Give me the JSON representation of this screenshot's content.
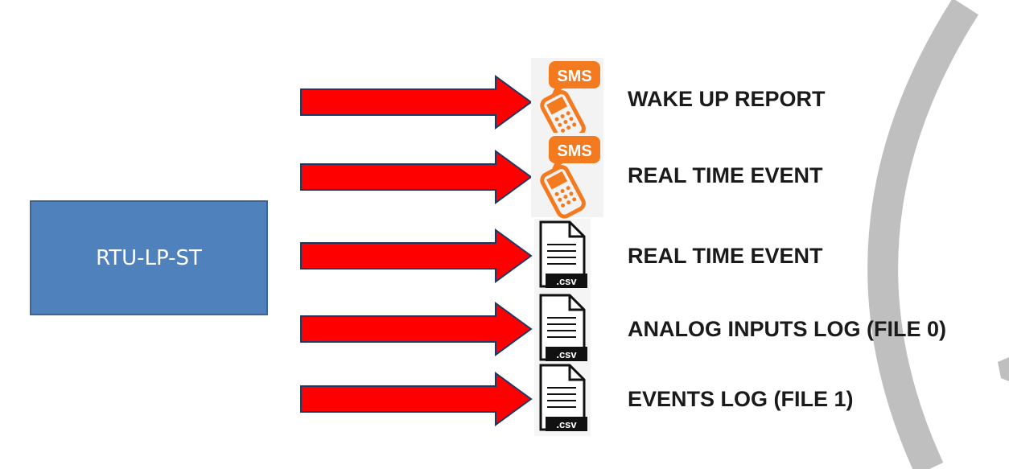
{
  "source": {
    "label": "RTU-LP-ST",
    "fill_color": "#4f81bd"
  },
  "outputs": [
    {
      "icon": "sms-phone-icon",
      "label": "WAKE UP REPORT"
    },
    {
      "icon": "sms-phone-icon",
      "label": "REAL TIME EVENT"
    },
    {
      "icon": "csv-file-icon",
      "label": "REAL TIME EVENT"
    },
    {
      "icon": "csv-file-icon",
      "label": "ANALOG INPUTS LOG (FILE 0)"
    },
    {
      "icon": "csv-file-icon",
      "label": "EVENTS LOG (FILE 1)"
    }
  ],
  "icon_text": {
    "sms": "SMS",
    "csv": ".csv"
  },
  "colors": {
    "arrow_fill": "#ff0000",
    "arrow_stroke": "#1f3864",
    "sms_orange": "#f47a20",
    "arc_gray": "#bfbfbf"
  }
}
